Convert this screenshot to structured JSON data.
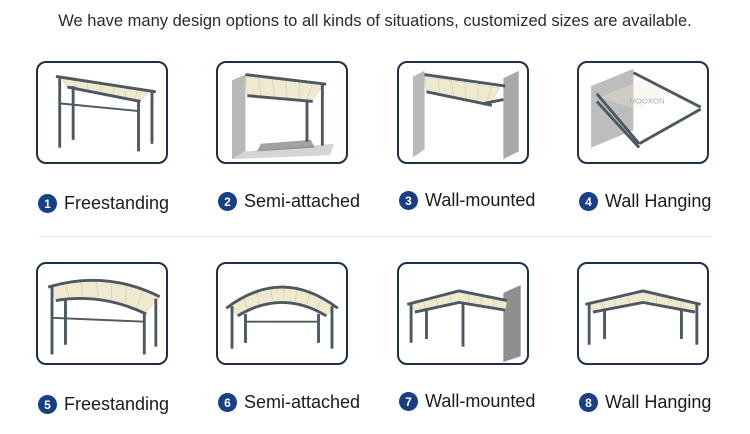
{
  "headline": "We have many design options to all kinds of situations, customized sizes are available.",
  "items": [
    {
      "number": "1",
      "label": "Freestanding",
      "icon": "flat-freestanding-pergola"
    },
    {
      "number": "2",
      "label": "Semi-attached",
      "icon": "flat-semi-attached-pergola"
    },
    {
      "number": "3",
      "label": "Wall-mounted",
      "icon": "flat-wall-mounted-pergola"
    },
    {
      "number": "4",
      "label": "Wall Hanging",
      "icon": "wall-hanging-awning"
    },
    {
      "number": "5",
      "label": "Freestanding",
      "icon": "curved-freestanding-pergola"
    },
    {
      "number": "6",
      "label": "Semi-attached",
      "icon": "arched-semi-attached-pergola"
    },
    {
      "number": "7",
      "label": "Wall-mounted",
      "icon": "gable-wall-mounted-pergola"
    },
    {
      "number": "8",
      "label": "Wall Hanging",
      "icon": "gable-hanging-pergola"
    }
  ],
  "colors": {
    "badge": "#163f86",
    "card_border": "#1f2f4a",
    "frame": "#4d5862",
    "fabric": "#efe9cf",
    "wall": "#b9b9b9"
  },
  "watermark": "MOOXON"
}
